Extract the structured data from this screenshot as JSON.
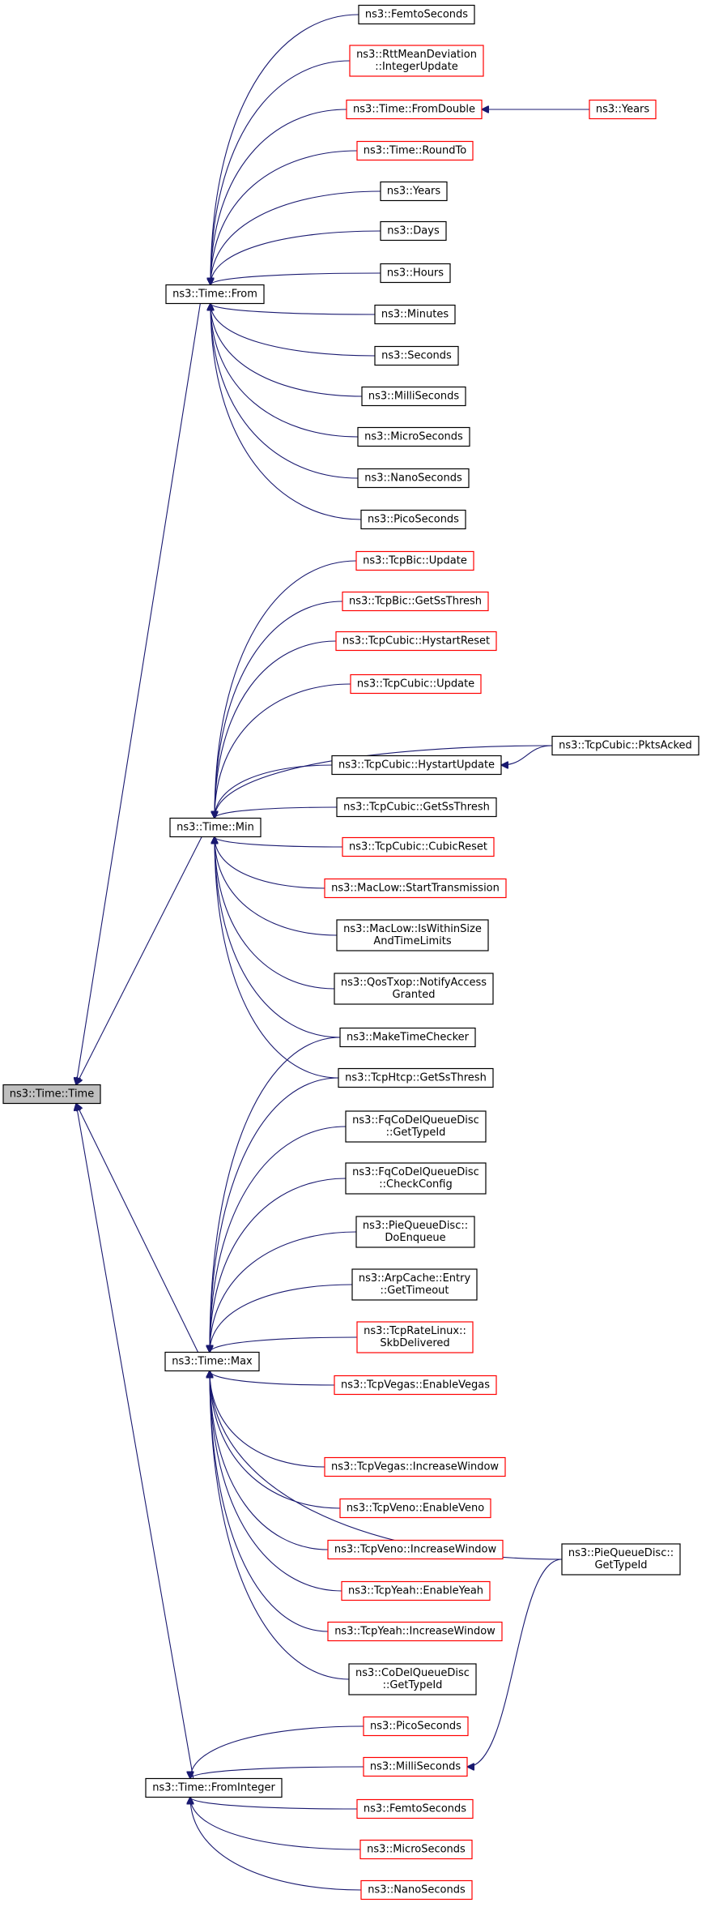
{
  "colors": {
    "edge": "#191970",
    "border_normal": "#000000",
    "border_truncated": "#ff0000",
    "root_fill": "#bfbfbf",
    "node_fill": "#ffffff"
  },
  "nodes": [
    {
      "id": "time_time",
      "lines": [
        "ns3::Time::Time"
      ],
      "border": "normal",
      "root": true
    },
    {
      "id": "time_from",
      "lines": [
        "ns3::Time::From"
      ],
      "border": "normal"
    },
    {
      "id": "time_min",
      "lines": [
        "ns3::Time::Min"
      ],
      "border": "normal"
    },
    {
      "id": "time_max",
      "lines": [
        "ns3::Time::Max"
      ],
      "border": "normal"
    },
    {
      "id": "time_frominteger",
      "lines": [
        "ns3::Time::FromInteger"
      ],
      "border": "normal"
    },
    {
      "id": "femtoseconds_a",
      "lines": [
        "ns3::FemtoSeconds"
      ],
      "border": "normal"
    },
    {
      "id": "rtt_integerupdate",
      "lines": [
        "ns3::RttMeanDeviation",
        "::IntegerUpdate"
      ],
      "border": "truncated"
    },
    {
      "id": "time_fromdouble",
      "lines": [
        "ns3::Time::FromDouble"
      ],
      "border": "truncated"
    },
    {
      "id": "years_truncated",
      "lines": [
        "ns3::Years"
      ],
      "border": "truncated"
    },
    {
      "id": "time_roundto",
      "lines": [
        "ns3::Time::RoundTo"
      ],
      "border": "truncated"
    },
    {
      "id": "years_a",
      "lines": [
        "ns3::Years"
      ],
      "border": "normal"
    },
    {
      "id": "days",
      "lines": [
        "ns3::Days"
      ],
      "border": "normal"
    },
    {
      "id": "hours",
      "lines": [
        "ns3::Hours"
      ],
      "border": "normal"
    },
    {
      "id": "minutes",
      "lines": [
        "ns3::Minutes"
      ],
      "border": "normal"
    },
    {
      "id": "seconds",
      "lines": [
        "ns3::Seconds"
      ],
      "border": "normal"
    },
    {
      "id": "milliseconds_a",
      "lines": [
        "ns3::MilliSeconds"
      ],
      "border": "normal"
    },
    {
      "id": "microseconds_a",
      "lines": [
        "ns3::MicroSeconds"
      ],
      "border": "normal"
    },
    {
      "id": "nanoseconds_a",
      "lines": [
        "ns3::NanoSeconds"
      ],
      "border": "normal"
    },
    {
      "id": "picoseconds_a",
      "lines": [
        "ns3::PicoSeconds"
      ],
      "border": "normal"
    },
    {
      "id": "tcpbic_update",
      "lines": [
        "ns3::TcpBic::Update"
      ],
      "border": "truncated"
    },
    {
      "id": "tcpbic_getssthresh",
      "lines": [
        "ns3::TcpBic::GetSsThresh"
      ],
      "border": "truncated"
    },
    {
      "id": "tcpcubic_hystartreset",
      "lines": [
        "ns3::TcpCubic::HystartReset"
      ],
      "border": "truncated"
    },
    {
      "id": "tcpcubic_update",
      "lines": [
        "ns3::TcpCubic::Update"
      ],
      "border": "truncated"
    },
    {
      "id": "tcpcubic_pktsacked",
      "lines": [
        "ns3::TcpCubic::PktsAcked"
      ],
      "border": "normal"
    },
    {
      "id": "tcpcubic_hystartupdate",
      "lines": [
        "ns3::TcpCubic::HystartUpdate"
      ],
      "border": "normal"
    },
    {
      "id": "tcpcubic_getssthresh",
      "lines": [
        "ns3::TcpCubic::GetSsThresh"
      ],
      "border": "normal"
    },
    {
      "id": "tcpcubic_cubicreset",
      "lines": [
        "ns3::TcpCubic::CubicReset"
      ],
      "border": "truncated"
    },
    {
      "id": "maclow_starttransmission",
      "lines": [
        "ns3::MacLow::StartTransmission"
      ],
      "border": "truncated"
    },
    {
      "id": "maclow_iswithinsize",
      "lines": [
        "ns3::MacLow::IsWithinSize",
        "AndTimeLimits"
      ],
      "border": "normal"
    },
    {
      "id": "qostxop_notifyaccess",
      "lines": [
        "ns3::QosTxop::NotifyAccess",
        "Granted"
      ],
      "border": "normal"
    },
    {
      "id": "maketimechecker",
      "lines": [
        "ns3::MakeTimeChecker"
      ],
      "border": "normal"
    },
    {
      "id": "tcphtcp_getssthresh",
      "lines": [
        "ns3::TcpHtcp::GetSsThresh"
      ],
      "border": "normal"
    },
    {
      "id": "fqcodel_gettypeid",
      "lines": [
        "ns3::FqCoDelQueueDisc",
        "::GetTypeId"
      ],
      "border": "normal"
    },
    {
      "id": "fqcodel_checkconfig",
      "lines": [
        "ns3::FqCoDelQueueDisc",
        "::CheckConfig"
      ],
      "border": "normal"
    },
    {
      "id": "piequeue_doenqueue",
      "lines": [
        "ns3::PieQueueDisc::",
        "DoEnqueue"
      ],
      "border": "normal"
    },
    {
      "id": "arpcache_gettimeout",
      "lines": [
        "ns3::ArpCache::Entry",
        "::GetTimeout"
      ],
      "border": "normal"
    },
    {
      "id": "tcpratelinux_skbdelivered",
      "lines": [
        "ns3::TcpRateLinux::",
        "SkbDelivered"
      ],
      "border": "truncated"
    },
    {
      "id": "tcpvegas_enablevegas",
      "lines": [
        "ns3::TcpVegas::EnableVegas"
      ],
      "border": "truncated"
    },
    {
      "id": "piequeue_gettypeid",
      "lines": [
        "ns3::PieQueueDisc::",
        "GetTypeId"
      ],
      "border": "normal"
    },
    {
      "id": "tcpvegas_increasewindow",
      "lines": [
        "ns3::TcpVegas::IncreaseWindow"
      ],
      "border": "truncated"
    },
    {
      "id": "tcpveno_enableveno",
      "lines": [
        "ns3::TcpVeno::EnableVeno"
      ],
      "border": "truncated"
    },
    {
      "id": "tcpveno_increasewindow",
      "lines": [
        "ns3::TcpVeno::IncreaseWindow"
      ],
      "border": "truncated"
    },
    {
      "id": "tcpyeah_enableyeah",
      "lines": [
        "ns3::TcpYeah::EnableYeah"
      ],
      "border": "truncated"
    },
    {
      "id": "tcpyeah_increasewindow",
      "lines": [
        "ns3::TcpYeah::IncreaseWindow"
      ],
      "border": "truncated"
    },
    {
      "id": "codel_gettypeid",
      "lines": [
        "ns3::CoDelQueueDisc",
        "::GetTypeId"
      ],
      "border": "normal"
    },
    {
      "id": "picoseconds_b",
      "lines": [
        "ns3::PicoSeconds"
      ],
      "border": "truncated"
    },
    {
      "id": "milliseconds_b",
      "lines": [
        "ns3::MilliSeconds"
      ],
      "border": "truncated"
    },
    {
      "id": "femtoseconds_b",
      "lines": [
        "ns3::FemtoSeconds"
      ],
      "border": "truncated"
    },
    {
      "id": "microseconds_b",
      "lines": [
        "ns3::MicroSeconds"
      ],
      "border": "truncated"
    },
    {
      "id": "nanoseconds_b",
      "lines": [
        "ns3::NanoSeconds"
      ],
      "border": "truncated"
    }
  ],
  "edges": [
    {
      "from": "time_from",
      "to": "time_time"
    },
    {
      "from": "time_min",
      "to": "time_time"
    },
    {
      "from": "time_max",
      "to": "time_time"
    },
    {
      "from": "time_frominteger",
      "to": "time_time"
    },
    {
      "from": "femtoseconds_a",
      "to": "time_from"
    },
    {
      "from": "rtt_integerupdate",
      "to": "time_from"
    },
    {
      "from": "time_fromdouble",
      "to": "time_from"
    },
    {
      "from": "years_truncated",
      "to": "time_fromdouble"
    },
    {
      "from": "time_roundto",
      "to": "time_from"
    },
    {
      "from": "years_a",
      "to": "time_from"
    },
    {
      "from": "days",
      "to": "time_from"
    },
    {
      "from": "hours",
      "to": "time_from"
    },
    {
      "from": "minutes",
      "to": "time_from"
    },
    {
      "from": "seconds",
      "to": "time_from"
    },
    {
      "from": "milliseconds_a",
      "to": "time_from"
    },
    {
      "from": "microseconds_a",
      "to": "time_from"
    },
    {
      "from": "nanoseconds_a",
      "to": "time_from"
    },
    {
      "from": "picoseconds_a",
      "to": "time_from"
    },
    {
      "from": "tcpbic_update",
      "to": "time_min"
    },
    {
      "from": "tcpbic_getssthresh",
      "to": "time_min"
    },
    {
      "from": "tcpcubic_hystartreset",
      "to": "time_min"
    },
    {
      "from": "tcpcubic_update",
      "to": "time_min"
    },
    {
      "from": "tcpcubic_pktsacked",
      "to": "time_min"
    },
    {
      "from": "tcpcubic_pktsacked",
      "to": "tcpcubic_hystartupdate"
    },
    {
      "from": "tcpcubic_hystartupdate",
      "to": "time_min"
    },
    {
      "from": "tcpcubic_getssthresh",
      "to": "time_min"
    },
    {
      "from": "tcpcubic_cubicreset",
      "to": "time_min"
    },
    {
      "from": "maclow_starttransmission",
      "to": "time_min"
    },
    {
      "from": "maclow_iswithinsize",
      "to": "time_min"
    },
    {
      "from": "qostxop_notifyaccess",
      "to": "time_min"
    },
    {
      "from": "maketimechecker",
      "to": "time_min"
    },
    {
      "from": "tcphtcp_getssthresh",
      "to": "time_min"
    },
    {
      "from": "maketimechecker",
      "to": "time_max"
    },
    {
      "from": "tcphtcp_getssthresh",
      "to": "time_max"
    },
    {
      "from": "fqcodel_gettypeid",
      "to": "time_max"
    },
    {
      "from": "fqcodel_checkconfig",
      "to": "time_max"
    },
    {
      "from": "piequeue_doenqueue",
      "to": "time_max"
    },
    {
      "from": "arpcache_gettimeout",
      "to": "time_max"
    },
    {
      "from": "tcpratelinux_skbdelivered",
      "to": "time_max"
    },
    {
      "from": "tcpvegas_enablevegas",
      "to": "time_max"
    },
    {
      "from": "piequeue_gettypeid",
      "to": "time_max"
    },
    {
      "from": "tcpvegas_increasewindow",
      "to": "time_max"
    },
    {
      "from": "tcpveno_enableveno",
      "to": "time_max"
    },
    {
      "from": "tcpveno_increasewindow",
      "to": "time_max"
    },
    {
      "from": "tcpyeah_enableyeah",
      "to": "time_max"
    },
    {
      "from": "tcpyeah_increasewindow",
      "to": "time_max"
    },
    {
      "from": "codel_gettypeid",
      "to": "time_max"
    },
    {
      "from": "picoseconds_b",
      "to": "time_frominteger"
    },
    {
      "from": "milliseconds_b",
      "to": "time_frominteger"
    },
    {
      "from": "piequeue_gettypeid",
      "to": "milliseconds_b"
    },
    {
      "from": "femtoseconds_b",
      "to": "time_frominteger"
    },
    {
      "from": "microseconds_b",
      "to": "time_frominteger"
    },
    {
      "from": "nanoseconds_b",
      "to": "time_frominteger"
    }
  ]
}
